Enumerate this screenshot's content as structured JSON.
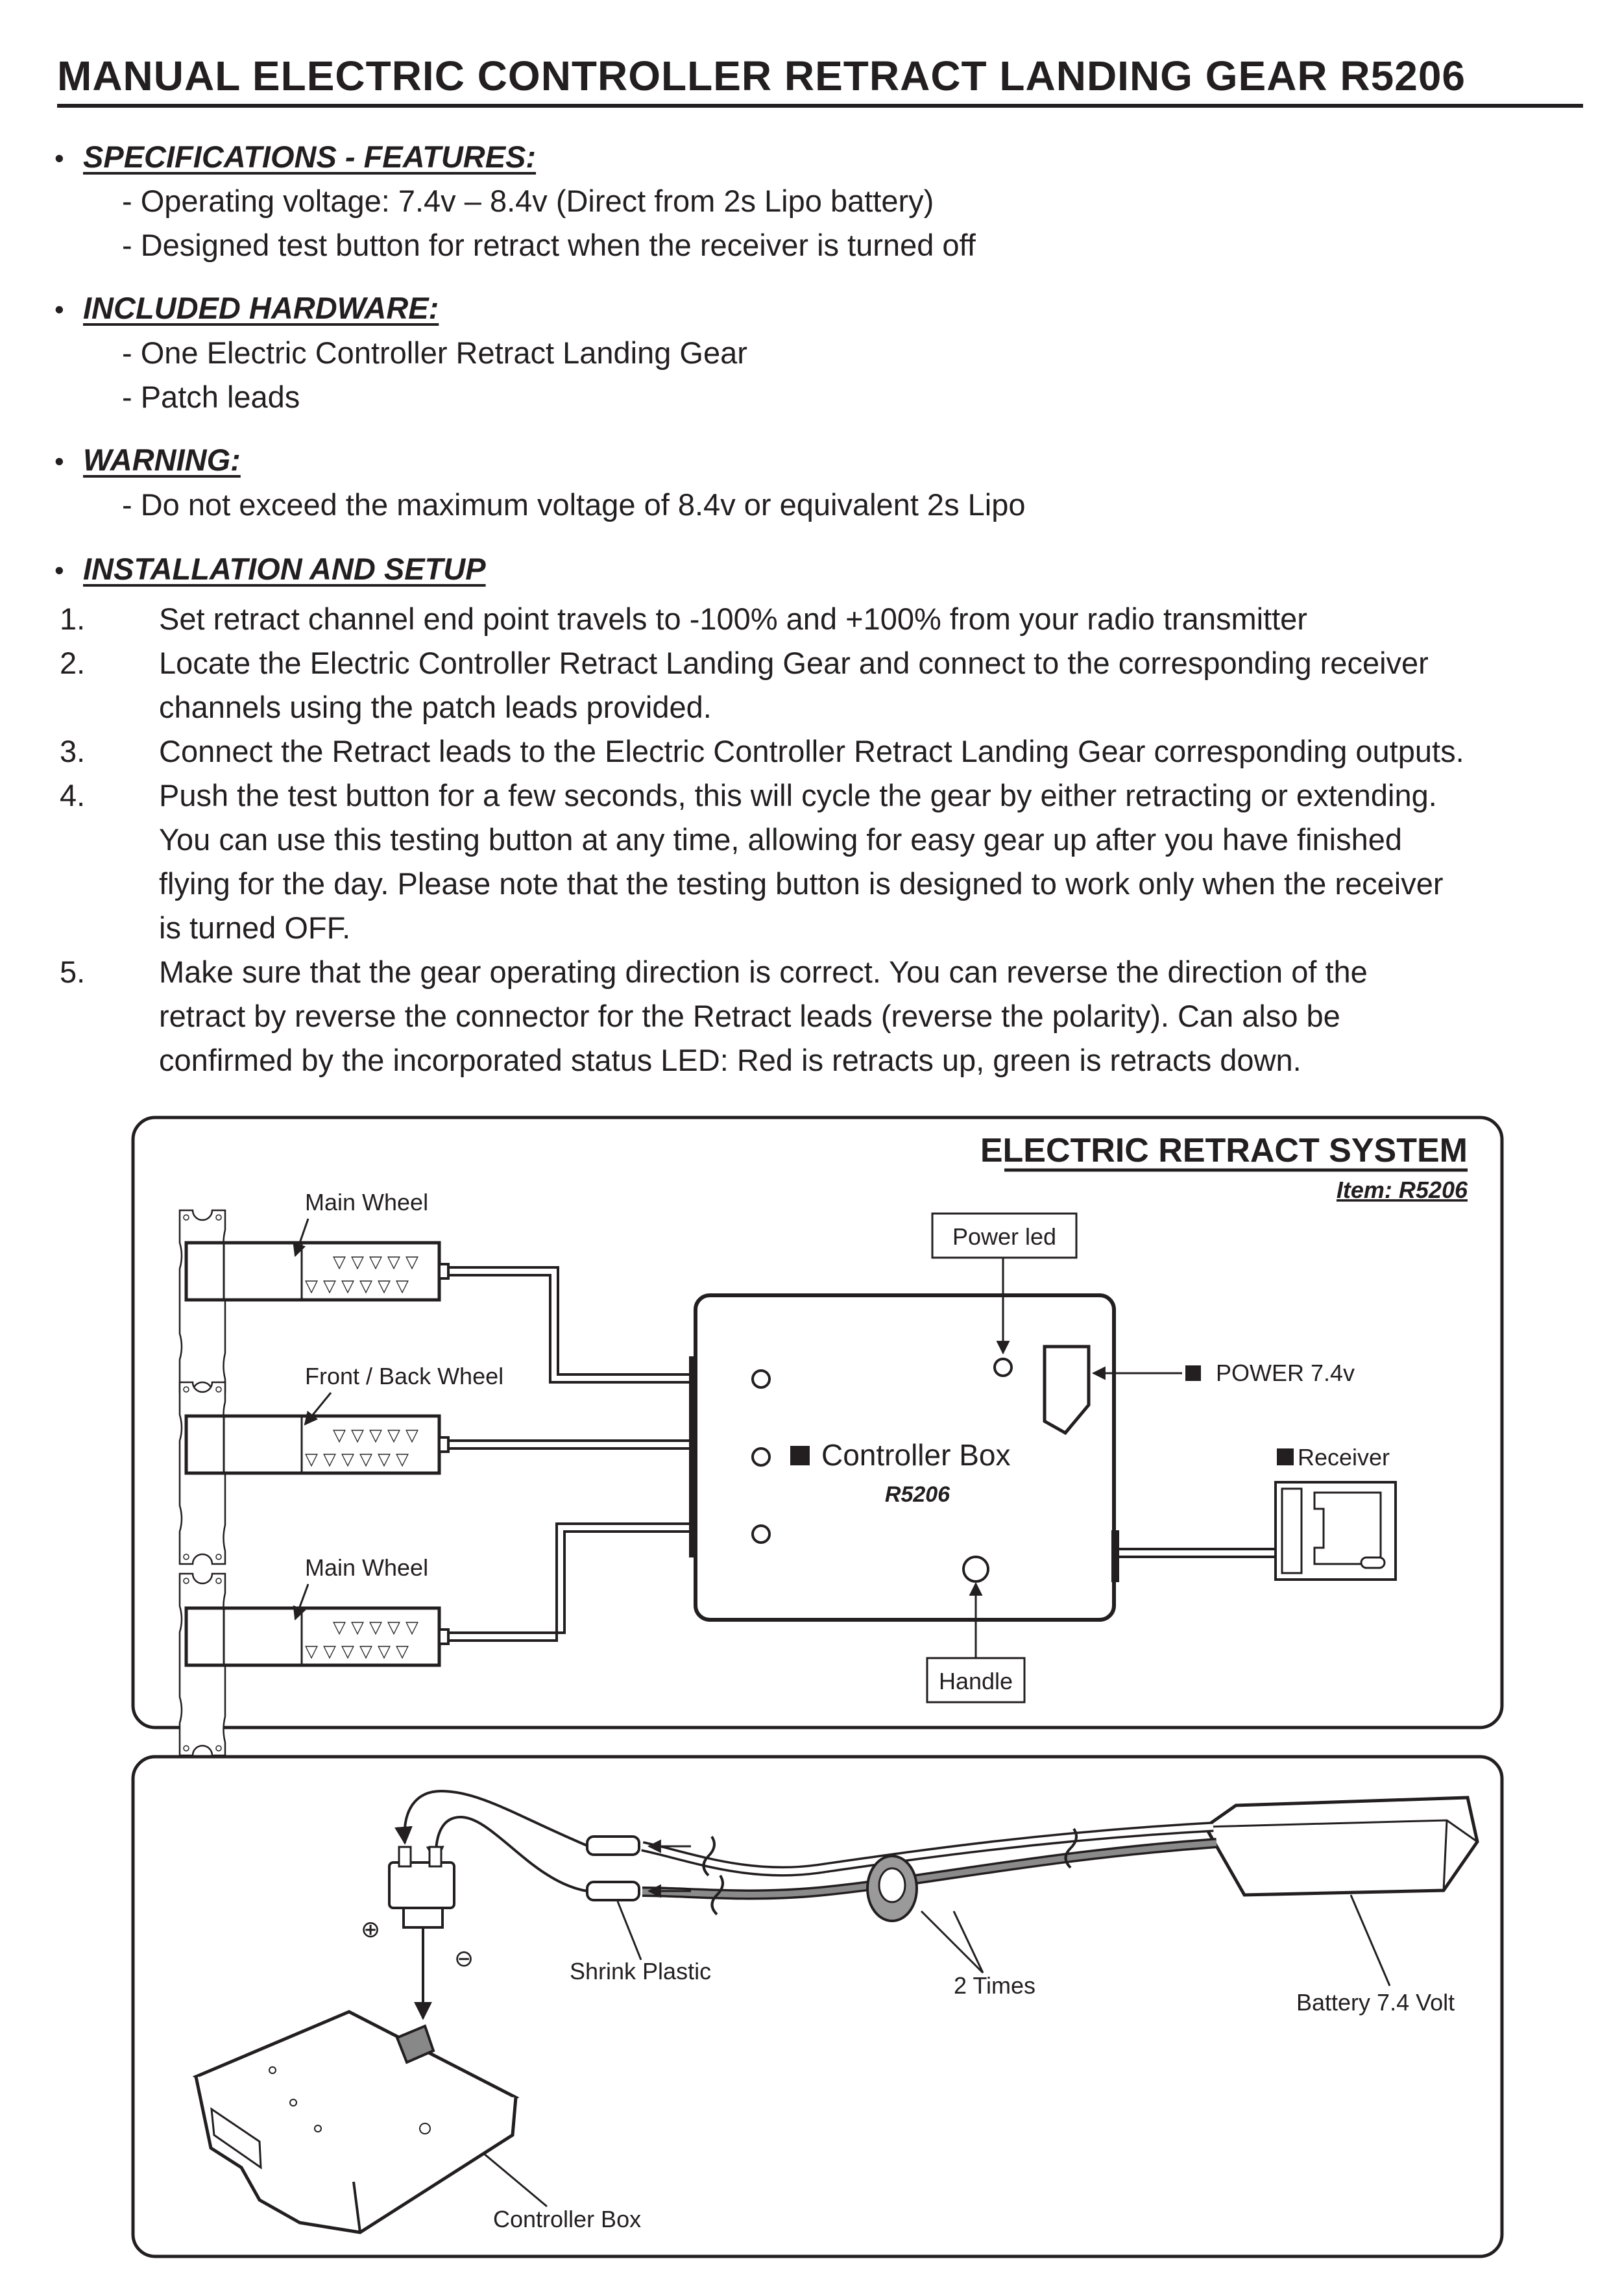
{
  "title": "MANUAL ELECTRIC CONTROLLER RETRACT LANDING GEAR R5206",
  "sections": [
    {
      "heading": "SPECIFICATIONS - FEATURES:",
      "lines": [
        "- Operating voltage: 7.4v – 8.4v (Direct from 2s Lipo battery)",
        "- Designed test button for retract when the receiver is turned off"
      ]
    },
    {
      "heading": "INCLUDED HARDWARE:",
      "lines": [
        "- One Electric Controller Retract Landing Gear",
        "- Patch leads"
      ]
    },
    {
      "heading": "WARNING:",
      "lines": [
        "- Do not exceed the maximum voltage of 8.4v or equivalent 2s Lipo"
      ]
    },
    {
      "heading": "INSTALLATION AND SETUP",
      "lines": []
    }
  ],
  "steps": [
    {
      "num": "1.",
      "lines": [
        "Set retract channel end point travels to -100%  and +100% from your radio transmitter"
      ]
    },
    {
      "num": "2.",
      "lines": [
        "Locate the Electric Controller Retract Landing Gear and connect to the corresponding receiver",
        "channels using the patch leads provided."
      ]
    },
    {
      "num": "3.",
      "lines": [
        "Connect the Retract leads to the Electric Controller Retract Landing Gear corresponding outputs."
      ]
    },
    {
      "num": "4.",
      "lines": [
        "Push the test button for a few seconds, this will cycle the gear by either retracting or extending.",
        "You can use this testing button at any time, allowing for easy gear up after you have finished",
        "flying for the day.  Please note that the testing button is designed to work only when the receiver",
        "is turned OFF."
      ]
    },
    {
      "num": "5.",
      "lines": [
        "Make sure that the gear operating direction is correct.  You can reverse the direction of the",
        "retract by reverse the connector for the Retract leads (reverse the polarity). Can also be",
        "confirmed by the incorporated status LED: Red is retracts up, green is retracts down."
      ]
    }
  ],
  "diagram1": {
    "title": "ELECTRIC RETRACT SYSTEM",
    "item": "Item: R5206",
    "main_wheel_top": "Main Wheel",
    "front_back_wheel": "Front / Back Wheel",
    "main_wheel_bottom": "Main Wheel",
    "power_led": "Power led",
    "power": "POWER 7.4v",
    "receiver": "Receiver",
    "controller_box": "Controller Box",
    "controller_model": "R5206",
    "handle": "Handle"
  },
  "diagram2": {
    "plus": "⊕",
    "minus": "⊖",
    "shrink_plastic": "Shrink Plastic",
    "two_times": "2 Times",
    "battery": "Battery 7.4 Volt",
    "controller_box": "Controller Box"
  }
}
